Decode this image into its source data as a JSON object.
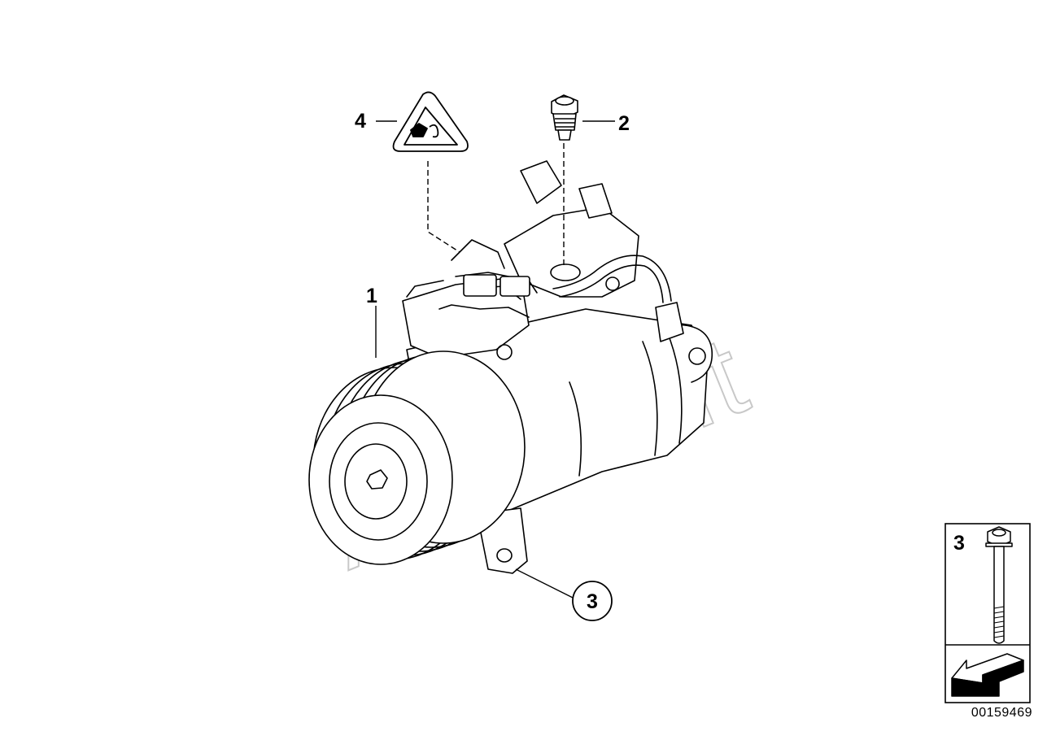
{
  "callouts": {
    "c1": "1",
    "c2": "2",
    "c3": "3",
    "c4": "4"
  },
  "detail_box": {
    "label": "3"
  },
  "watermark": "AutoSoft",
  "diagram_number": "00159469",
  "colors": {
    "line": "#000000",
    "watermark": "#c8c8c8",
    "background": "#ffffff"
  }
}
